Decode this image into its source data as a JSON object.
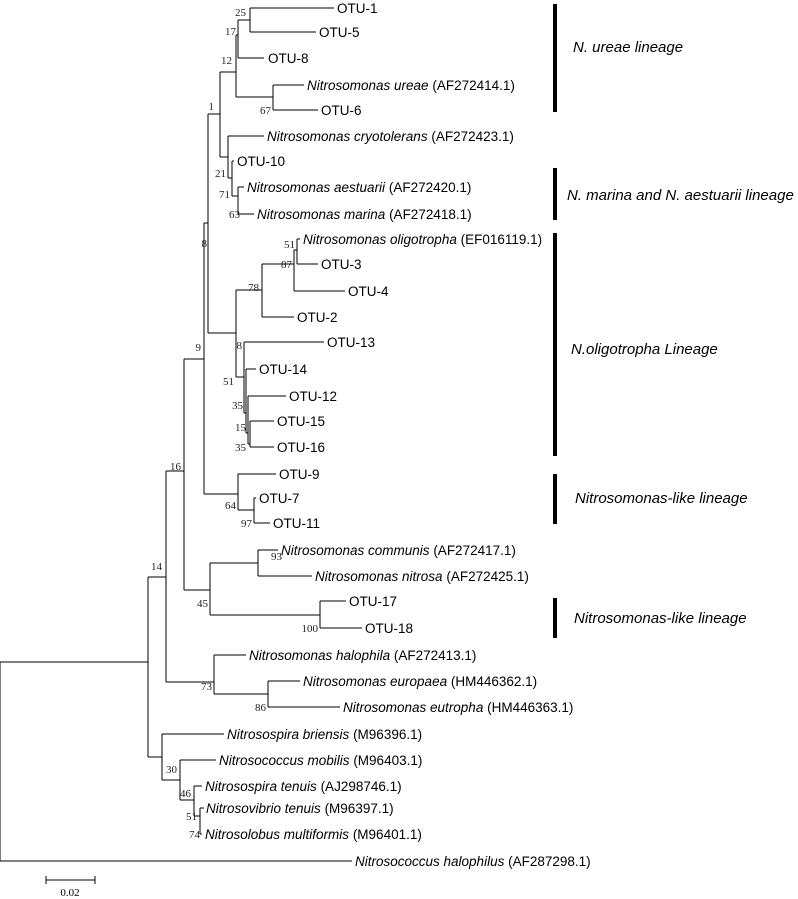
{
  "taxa": {
    "otu1": "OTU-1",
    "otu5": "OTU-5",
    "otu8": "OTU-8",
    "n_ureae": {
      "name": "Nitrosomonas ureae",
      "acc": "(AF272414.1)"
    },
    "otu6": "OTU-6",
    "n_cryotolerans": {
      "name": "Nitrosomonas cryotolerans",
      "acc": "(AF272423.1)"
    },
    "otu10": "OTU-10",
    "n_aestuarii": {
      "name": "Nitrosomonas aestuarii",
      "acc": "(AF272420.1)"
    },
    "n_marina": {
      "name": "Nitrosomonas marina",
      "acc": "(AF272418.1)"
    },
    "n_oligotropha": {
      "name": "Nitrosomonas oligotropha",
      "acc": "(EF016119.1)"
    },
    "otu3": "OTU-3",
    "otu4": "OTU-4",
    "otu2": "OTU-2",
    "otu13": "OTU-13",
    "otu14": "OTU-14",
    "otu12": "OTU-12",
    "otu15": "OTU-15",
    "otu16": "OTU-16",
    "otu9": "OTU-9",
    "otu7": "OTU-7",
    "otu11": "OTU-11",
    "n_communis": {
      "name": "Nitrosomonas communis",
      "acc": "(AF272417.1)"
    },
    "n_nitrosa": {
      "name": "Nitrosomonas nitrosa",
      "acc": "(AF272425.1)"
    },
    "otu17": "OTU-17",
    "otu18": "OTU-18",
    "n_halophila": {
      "name": "Nitrosomonas halophila",
      "acc": "(AF272413.1)"
    },
    "n_europaea": {
      "name": "Nitrosomonas europaea",
      "acc": "(HM446362.1)"
    },
    "n_eutropha": {
      "name": "Nitrosomonas eutropha",
      "acc": "(HM446363.1)"
    },
    "ns_briensis": {
      "name": "Nitrosospira briensis",
      "acc": "(M96396.1)"
    },
    "nc_mobilis": {
      "name": "Nitrosococcus mobilis",
      "acc": "(M96403.1)"
    },
    "ns_tenuis": {
      "name": "Nitrosospira tenuis",
      "acc": "(AJ298746.1)"
    },
    "nv_tenuis": {
      "name": "Nitrosovibrio tenuis",
      "acc": "(M96397.1)"
    },
    "nl_multiformis": {
      "name": "Nitrosolobus multiformis",
      "acc": "(M96401.1)"
    },
    "nc_halophilus": {
      "name": "Nitrosococcus halophilus",
      "acc": "(AF287298.1)"
    }
  },
  "bootstrap": {
    "b25": "25",
    "b17": "17",
    "b12": "12",
    "b67": "67",
    "b1": "1",
    "b21": "21",
    "b71": "71",
    "b63": "63",
    "b8a": "8",
    "b51a": "51",
    "b87": "87",
    "b78": "78",
    "b8b": "8",
    "b51b": "51",
    "b35a": "35",
    "b15": "15",
    "b35b": "35",
    "b9": "9",
    "b64": "64",
    "b97": "97",
    "b16": "16",
    "b93": "93",
    "b45": "45",
    "b100": "100",
    "b14": "14",
    "b73": "73",
    "b86": "86",
    "b30": "30",
    "b46": "46",
    "b51c": "51",
    "b74": "74"
  },
  "lineages": {
    "ureae": "N. ureae lineage",
    "marina": "N. marina and N. aestuarii lineage",
    "oligotropha": "N.oligotropha Lineage",
    "nitrosomonas_like_1": "Nitrosomonas-like lineage",
    "nitrosomonas_like_2": "Nitrosomonas-like lineage"
  },
  "scale_bar": {
    "label": "0.02"
  }
}
